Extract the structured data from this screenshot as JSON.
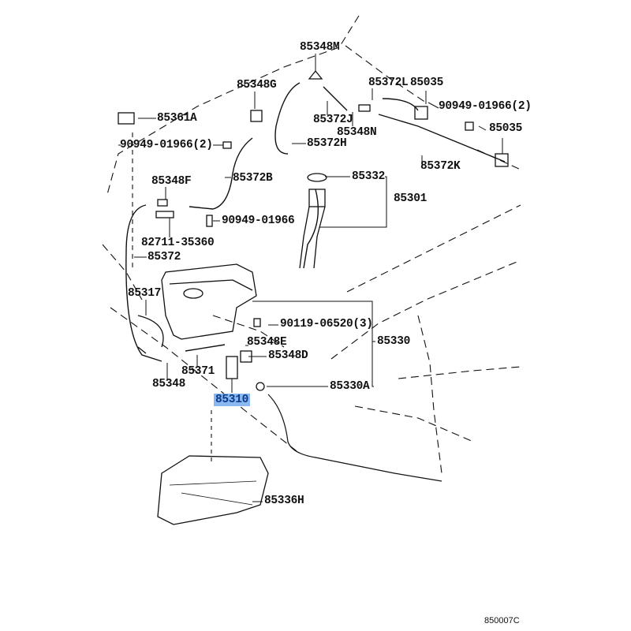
{
  "diagram": {
    "labels": {
      "p85348M": "85348M",
      "p85348G": "85348G",
      "p85372L": "85372L",
      "p85035a": "85035",
      "p90949a": "90949-01966(2)",
      "p85361A": "85361A",
      "p85372J": "85372J",
      "p85348N": "85348N",
      "p85035b": "85035",
      "p90949b": "90949-01966(2)",
      "p85372H": "85372H",
      "p85372K": "85372K",
      "p85348F": "85348F",
      "p85372B": "85372B",
      "p85332": "85332",
      "p85301": "85301",
      "p90949c": "90949-01966",
      "p82711": "82711-35360",
      "p85372": "85372",
      "p85317": "85317",
      "p90119": "90119-06520(3)",
      "p85330": "85330",
      "p85348E": "85348E",
      "p85348D": "85348D",
      "p85371": "85371",
      "p85348": "85348",
      "p85330A": "85330A",
      "p85310": "85310",
      "p85336H": "85336H"
    },
    "highlighted": "85310",
    "highlight_color": "#8ab8f0",
    "figure_code": "850007C"
  }
}
